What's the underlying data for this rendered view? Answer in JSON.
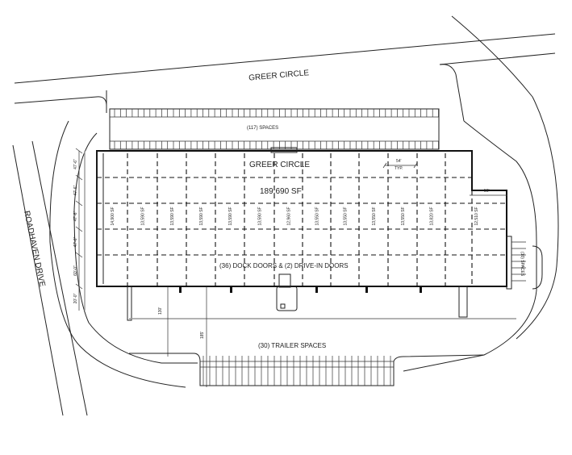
{
  "roads": {
    "top": "GREER CIRCLE",
    "left": "ROADHAVEN DRIVE"
  },
  "building": {
    "name": "GREER CIRCLE",
    "area": "189,690 SF",
    "doors": "(36) DOCK DOORS & (2) DRIVE-IN DOORS",
    "bay_width": "54'",
    "bay_width_note": "TYP.",
    "end_bay_width": "56'",
    "suites": [
      "14,900 SF",
      "13,590 SF",
      "13,590 SF",
      "13,590 SF",
      "13,590 SF",
      "13,590 SF",
      "12,960 SF",
      "13,550 SF",
      "13,550 SF",
      "13,550 SF",
      "13,550 SF",
      "13,820 SF",
      "12,510 SF"
    ],
    "depth_dims": [
      "47'-6\"",
      "47'-6\"",
      "47'-6\"",
      "47'-6\"",
      "60'-0\"",
      "20'-0\""
    ]
  },
  "parking": {
    "top": "(117) SPACES",
    "right": "(10) SPACES",
    "trailer": "(30) TRAILER SPACES"
  },
  "truck_court_dims": [
    "130'",
    "185'"
  ]
}
